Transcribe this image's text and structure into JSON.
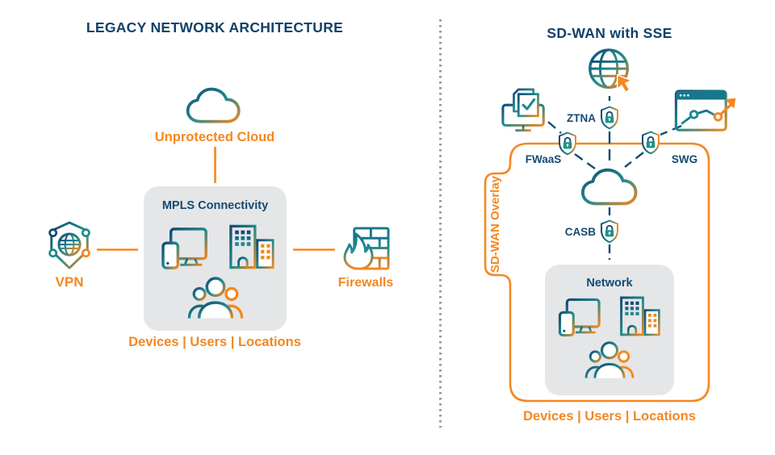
{
  "left_panel": {
    "title": "LEGACY NETWORK ARCHITECTURE",
    "cloud_label": "Unprotected Cloud",
    "vpn_label": "VPN",
    "firewalls_label": "Firewalls",
    "box_title": "MPLS Connectivity",
    "footer": "Devices | Users  |  Locations"
  },
  "right_panel": {
    "title": "SD-WAN with SSE",
    "overlay_label": "SD-WAN Overlay",
    "shields": {
      "top": "ZTNA",
      "left": "FWaaS",
      "right": "SWG",
      "bottom": "CASB"
    },
    "box_title": "Network",
    "footer": "Devices | Users  |  Locations"
  },
  "colors": {
    "navy": "#134B73",
    "teal": "#1D8A8F",
    "orange": "#F5871E",
    "panel_gray": "#E5E6E7",
    "separator_gray": "#96989B"
  },
  "icons": [
    "cloud-icon",
    "vpn-shield-globe-icon",
    "firewall-bricks-flame-icon",
    "monitor-phone-icon",
    "buildings-icon",
    "users-group-icon",
    "internet-globe-cursor-icon",
    "documents-check-monitor-icon",
    "browser-analytics-arrow-icon",
    "shield-lock-icon"
  ]
}
